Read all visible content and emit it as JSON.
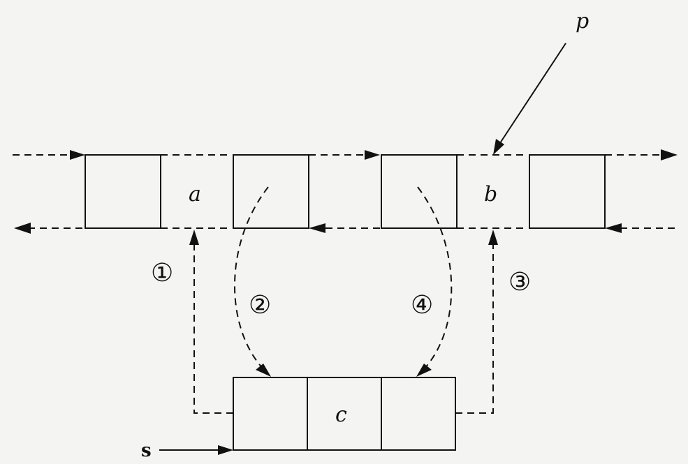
{
  "diagram": {
    "labels": {
      "a": "a",
      "b": "b",
      "c": "c",
      "p": "p",
      "s": "s"
    },
    "steps": [
      "①",
      "②",
      "③",
      "④"
    ]
  }
}
